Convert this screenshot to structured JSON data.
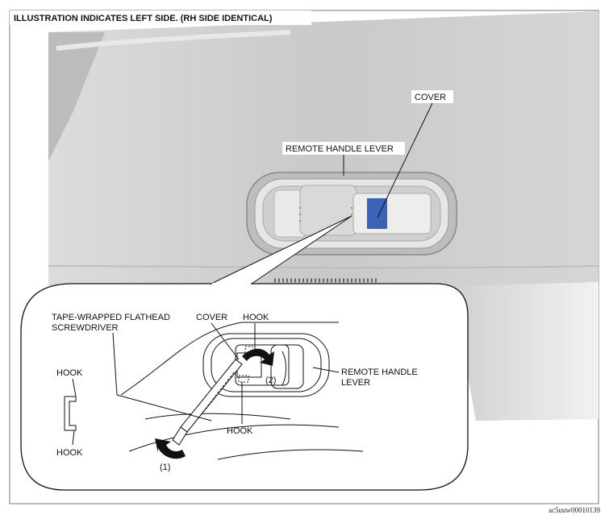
{
  "header": {
    "note": "ILLUSTRATION INDICATES LEFT SIDE. (RH SIDE IDENTICAL)"
  },
  "main_view": {
    "cover_label": "COVER",
    "lever_label": "REMOTE HANDLE LEVER"
  },
  "detail_view": {
    "tool_label_line1": "TAPE-WRAPPED FLATHEAD",
    "tool_label_line2": "SCREWDRIVER",
    "cover_label": "COVER",
    "hook_top_label": "HOOK",
    "hook_bottom_label": "HOOK",
    "lever_label_line1": "REMOTE HANDLE",
    "lever_label_line2": "LEVER",
    "step1": "(1)",
    "step2": "(2)"
  },
  "hook_profile": {
    "top_label": "HOOK",
    "bottom_label": "HOOK"
  },
  "figure_id": "ac5uuw00010139",
  "colors": {
    "panel": "#cfcfcf",
    "panel_light": "#e4e4e4",
    "cover_blue": "#3a63b8",
    "line": "#111111"
  }
}
